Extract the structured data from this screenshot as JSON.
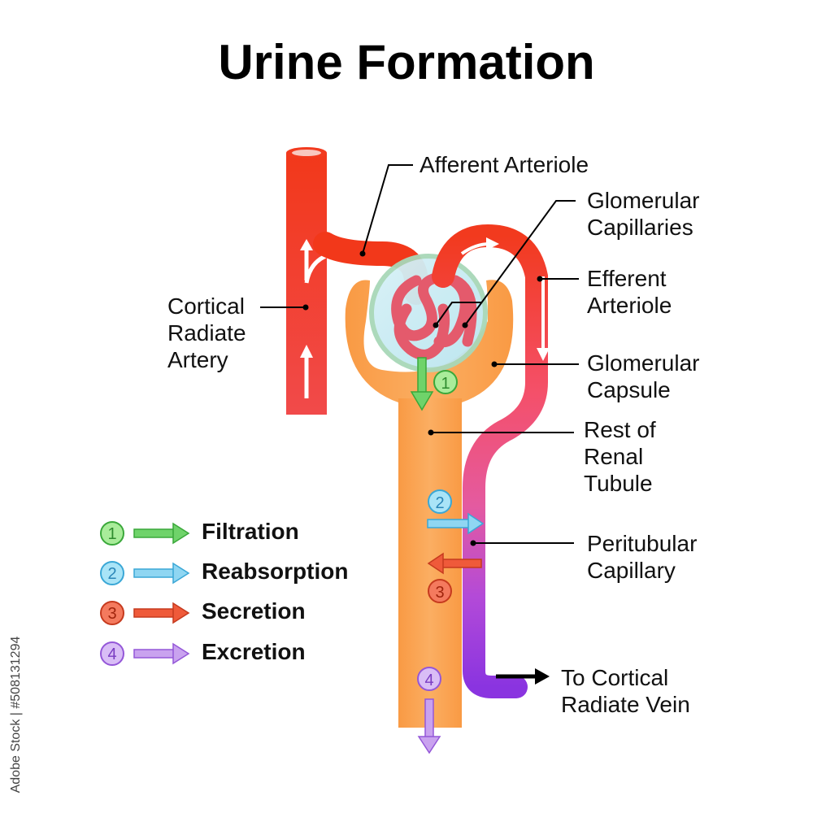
{
  "title": "Urine Formation",
  "labels": {
    "afferent_arteriole": "Afferent Arteriole",
    "glomerular_capillaries": [
      "Glomerular",
      "Capillaries"
    ],
    "efferent_arteriole": [
      "Efferent",
      "Arteriole"
    ],
    "glomerular_capsule": [
      "Glomerular",
      "Capsule"
    ],
    "rest_of_renal_tubule": [
      "Rest of",
      "Renal",
      "Tubule"
    ],
    "peritubular_capillary": [
      "Peritubular",
      "Capillary"
    ],
    "to_cortical_radiate_vein": [
      "To Cortical",
      "Radiate Vein"
    ],
    "cortical_radiate_artery": [
      "Cortical",
      "Radiate",
      "Artery"
    ]
  },
  "legend": [
    {
      "number": "1",
      "label": "Filtration",
      "color": "#6fd36a",
      "circle_fill": "#a9ec9a",
      "circle_stroke": "#3aa83a",
      "number_color": "#2e8b2e"
    },
    {
      "number": "2",
      "label": "Reabsorption",
      "color": "#8fd6f2",
      "circle_fill": "#a9e4f7",
      "circle_stroke": "#3aa7d6",
      "number_color": "#2a86b8"
    },
    {
      "number": "3",
      "label": "Secretion",
      "color": "#ef5a3a",
      "circle_fill": "#f47a5e",
      "circle_stroke": "#c63a1e",
      "number_color": "#a0240c"
    },
    {
      "number": "4",
      "label": "Excretion",
      "color": "#c9a2ef",
      "circle_fill": "#d9bdf6",
      "circle_stroke": "#9457d8",
      "number_color": "#7a3cc2"
    }
  ],
  "diagram_numbers": {
    "filtration": "1",
    "reabsorption": "2",
    "secretion": "3",
    "excretion": "4"
  },
  "stock_id": "Adobe Stock | #508131294",
  "colors": {
    "artery_red": "#f23a1e",
    "artery_pink": "#f45a6a",
    "tubule_orange": "#f9a04c",
    "capsule_blue": "#c7ecf4",
    "peritubular_purple": "#8a3ae0",
    "glomerulus": "#e86070"
  }
}
